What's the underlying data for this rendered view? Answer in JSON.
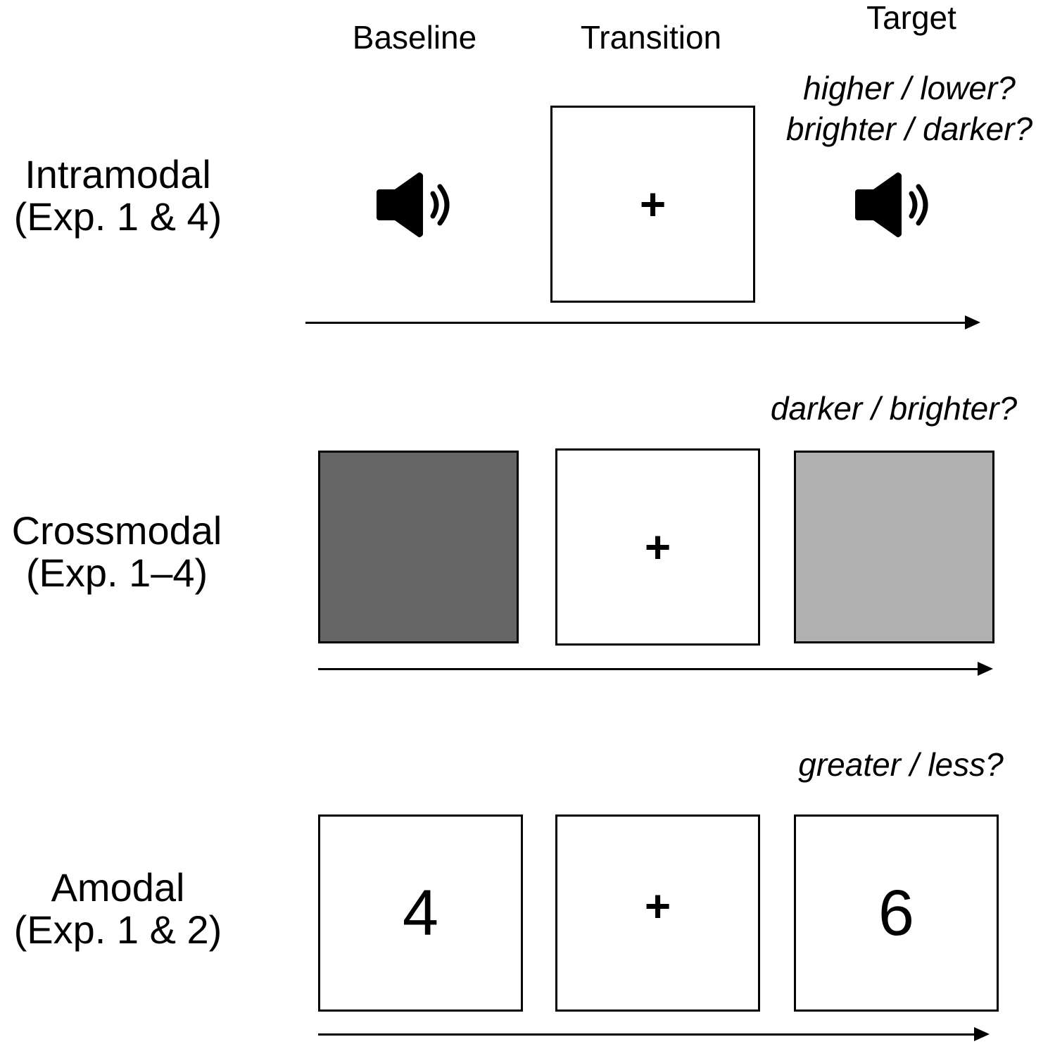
{
  "columns": {
    "baseline": "Baseline",
    "transition": "Transition",
    "target": "Target"
  },
  "rows": {
    "intramodal": {
      "label_line1": "Intramodal",
      "label_line2": "(Exp. 1 & 4)",
      "question_line1": "higher / lower?",
      "question_line2": "brighter / darker?",
      "fixation": "+",
      "baseline_icon": "speaker-icon",
      "target_icon": "speaker-icon"
    },
    "crossmodal": {
      "label_line1": "Crossmodal",
      "label_line2": "(Exp. 1–4)",
      "question": "darker / brighter?",
      "fixation": "+",
      "baseline_color": "#666666",
      "target_color": "#b0b0b0"
    },
    "amodal": {
      "label_line1": "Amodal",
      "label_line2": "(Exp. 1 & 2)",
      "question": "greater / less?",
      "baseline_digit": "4",
      "fixation": "+",
      "target_digit": "6"
    }
  }
}
